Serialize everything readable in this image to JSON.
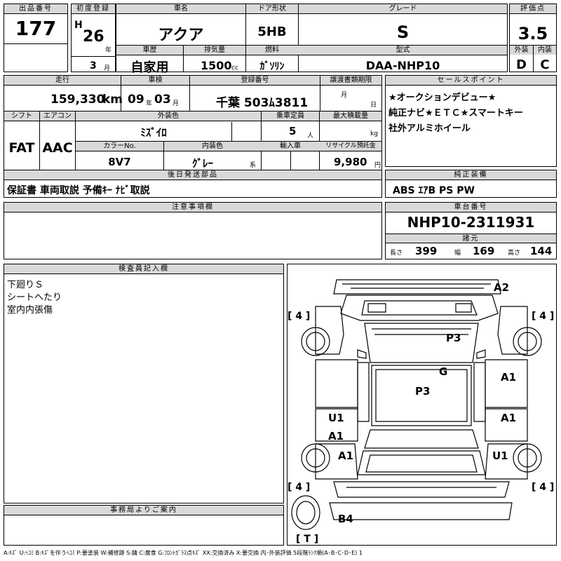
{
  "labels": {
    "lot_number": "出品番号",
    "first_reg": "初度登録",
    "car_name": "車名",
    "door_type": "ドア形状",
    "grade": "グレード",
    "score": "評価点",
    "history": "車歴",
    "displacement": "排気量",
    "fuel": "燃料",
    "model": "型式",
    "exterior": "外装",
    "interior": "内装",
    "mileage": "走行",
    "inspection": "車検",
    "reg_number": "登録番号",
    "transfer_deadline": "譲渡書類期限",
    "sales_points": "セールスポイント",
    "shift": "シフト",
    "aircon": "エアコン",
    "ext_color": "外装色",
    "capacity": "乗車定員",
    "max_load": "最大積載量",
    "color_no": "カラーNo.",
    "int_color": "内装色",
    "import": "輸入車",
    "recycle": "リサイクル預託金",
    "later_parts": "後日発送部品",
    "genuine_equip": "純正装備",
    "notes": "注意事項欄",
    "chassis_no": "車台番号",
    "specs": "諸元",
    "inspector": "検査員記入欄",
    "office": "事務局よりご案内",
    "length": "長さ",
    "width": "幅",
    "height": "高さ"
  },
  "units": {
    "year": "年",
    "month": "月",
    "cc": "cc",
    "km": "km",
    "people": "人",
    "kg": "kg",
    "yen": "円",
    "kei": "系",
    "month2": "月",
    "day": "日"
  },
  "values": {
    "lot_number": "177",
    "era": "H",
    "year": "26",
    "month": "3",
    "car_name": "アクア",
    "door_type": "5HB",
    "grade": "S",
    "score": "3.5",
    "history": "自家用",
    "displacement": "1500",
    "fuel": "ｶﾞｿﾘﾝ",
    "model": "DAA-NHP10",
    "exterior_score": "D",
    "interior_score": "C",
    "mileage": "159,330",
    "inspection_year": "09",
    "inspection_month": "03",
    "reg_number": "千葉  503ﾑ3811",
    "shift": "FAT",
    "aircon": "AAC",
    "ext_color": "ﾐｽﾞｲﾛ",
    "capacity": "5",
    "color_no": "8V7",
    "int_color": "ｸﾞﾚｰ",
    "recycle": "9,980",
    "later_parts": "保証書  車両取説  予備ｷｰ  ﾅﾋﾞ取説",
    "genuine_equip": "ABS  ｴｱB  PS  PW",
    "chassis_no": "NHP10-2311931",
    "length": "399",
    "width": "169",
    "height": "144"
  },
  "sales_points": [
    "★オークションデビュー★",
    "純正ナビ★ＥＴＣ★スマートキー",
    "社外アルミホイール"
  ],
  "inspector_notes": [
    "下廻りＳ",
    "シートへたり",
    "室内内張傷"
  ],
  "diagram": {
    "tire_fl": "[ 4 ]",
    "tire_fr": "[ 4 ]",
    "tire_rl": "[ 4 ]",
    "tire_rr": "[ 4 ]",
    "spare": "[ T ]",
    "marks": {
      "a2": "A2",
      "p3_top": "P3",
      "g": "G",
      "p3_mid": "P3",
      "a1_r1": "A1",
      "u1_l": "U1",
      "a1_l1": "A1",
      "a1_r2": "A1",
      "a1_l2": "A1",
      "u1_r": "U1",
      "b4": "B4"
    }
  },
  "legend": "A:ｷｽﾞ U:ﾍｺﾐ B:ｷｽﾞを伴うﾍｺﾐ P:要塗装 W:補修跡 S:錆 C:腐食 G:ﾌﾛﾝﾄｶﾞﾗｽ点ｷｽﾞ XX:交換済み X:要交換  内･外装評価  5段階ﾗﾝｸ順(A･B･C･D･E) 1"
}
